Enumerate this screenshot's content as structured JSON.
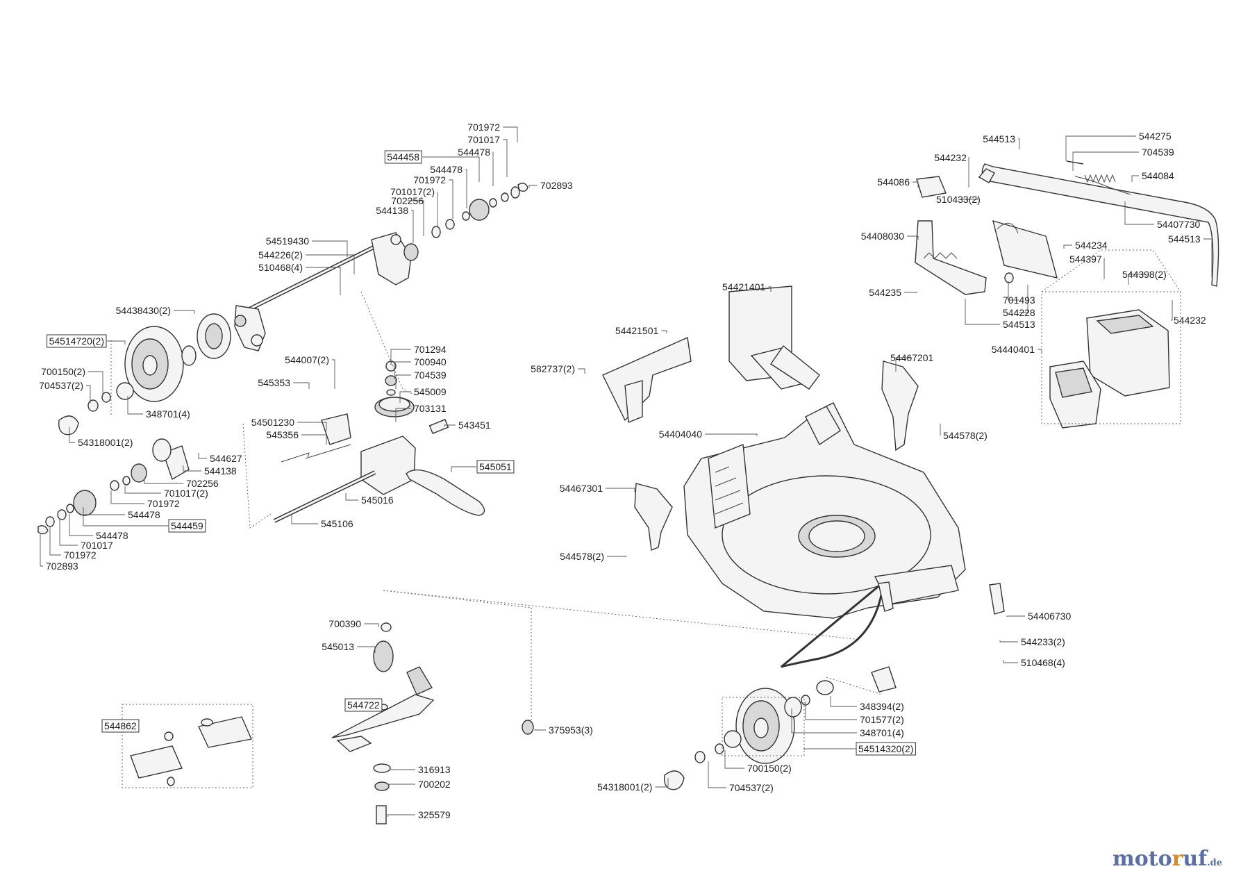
{
  "diagram": {
    "labels": [
      {
        "id": "701972a",
        "text": "701972"
      },
      {
        "id": "701017a",
        "text": "701017"
      },
      {
        "id": "544478a",
        "text": "544478"
      },
      {
        "id": "544458",
        "text": "544458",
        "boxed": true
      },
      {
        "id": "544478b",
        "text": "544478"
      },
      {
        "id": "701972b",
        "text": "701972"
      },
      {
        "id": "701017_2a",
        "text": "701017(2)"
      },
      {
        "id": "702256a",
        "text": "702256"
      },
      {
        "id": "544138a",
        "text": "544138"
      },
      {
        "id": "702893a",
        "text": "702893"
      },
      {
        "id": "54519430",
        "text": "54519430"
      },
      {
        "id": "544226_2",
        "text": "544226(2)"
      },
      {
        "id": "510468_4a",
        "text": "510468(4)"
      },
      {
        "id": "54438430_2",
        "text": "54438430(2)"
      },
      {
        "id": "54514720_2",
        "text": "54514720(2)",
        "boxed": true
      },
      {
        "id": "700150_2a",
        "text": "700150(2)"
      },
      {
        "id": "704537_2a",
        "text": "704537(2)"
      },
      {
        "id": "348701_4a",
        "text": "348701(4)"
      },
      {
        "id": "54318001_2a",
        "text": "54318001(2)"
      },
      {
        "id": "544007_2",
        "text": "544007(2)"
      },
      {
        "id": "545353",
        "text": "545353"
      },
      {
        "id": "701294",
        "text": "701294"
      },
      {
        "id": "700940",
        "text": "700940"
      },
      {
        "id": "704539a",
        "text": "704539"
      },
      {
        "id": "545009",
        "text": "545009"
      },
      {
        "id": "703131",
        "text": "703131"
      },
      {
        "id": "543451",
        "text": "543451"
      },
      {
        "id": "54501230",
        "text": "54501230"
      },
      {
        "id": "545356",
        "text": "545356"
      },
      {
        "id": "544627",
        "text": "544627"
      },
      {
        "id": "544138b",
        "text": "544138"
      },
      {
        "id": "702256b",
        "text": "702256"
      },
      {
        "id": "701017_2b",
        "text": "701017(2)"
      },
      {
        "id": "701972c",
        "text": "701972"
      },
      {
        "id": "544478c",
        "text": "544478"
      },
      {
        "id": "544459",
        "text": "544459",
        "boxed": true
      },
      {
        "id": "544478d",
        "text": "544478"
      },
      {
        "id": "701017b",
        "text": "701017"
      },
      {
        "id": "701972d",
        "text": "701972"
      },
      {
        "id": "702893b",
        "text": "702893"
      },
      {
        "id": "545051",
        "text": "545051",
        "boxed": true
      },
      {
        "id": "545016",
        "text": "545016"
      },
      {
        "id": "545106",
        "text": "545106"
      },
      {
        "id": "544513a",
        "text": "544513"
      },
      {
        "id": "544275",
        "text": "544275"
      },
      {
        "id": "704539b",
        "text": "704539"
      },
      {
        "id": "544232a",
        "text": "544232"
      },
      {
        "id": "544084",
        "text": "544084"
      },
      {
        "id": "544086",
        "text": "544086"
      },
      {
        "id": "510433_2",
        "text": "510433(2)"
      },
      {
        "id": "54407730",
        "text": "54407730"
      },
      {
        "id": "54408030",
        "text": "54408030"
      },
      {
        "id": "544513b",
        "text": "544513"
      },
      {
        "id": "544234",
        "text": "544234"
      },
      {
        "id": "544397",
        "text": "544397"
      },
      {
        "id": "544398_2",
        "text": "544398(2)"
      },
      {
        "id": "544235",
        "text": "544235"
      },
      {
        "id": "701493",
        "text": "701493"
      },
      {
        "id": "544228",
        "text": "544228"
      },
      {
        "id": "544513c",
        "text": "544513"
      },
      {
        "id": "544232b",
        "text": "544232"
      },
      {
        "id": "54440401",
        "text": "54440401"
      },
      {
        "id": "54421401",
        "text": "54421401"
      },
      {
        "id": "54421501",
        "text": "54421501"
      },
      {
        "id": "582737_2",
        "text": "582737(2)"
      },
      {
        "id": "54467201",
        "text": "54467201"
      },
      {
        "id": "544578_2a",
        "text": "544578(2)"
      },
      {
        "id": "54404040",
        "text": "54404040"
      },
      {
        "id": "54467301",
        "text": "54467301"
      },
      {
        "id": "544578_2b",
        "text": "544578(2)"
      },
      {
        "id": "54406730",
        "text": "54406730"
      },
      {
        "id": "544233_2",
        "text": "544233(2)"
      },
      {
        "id": "510468_4b",
        "text": "510468(4)"
      },
      {
        "id": "700390",
        "text": "700390"
      },
      {
        "id": "545013",
        "text": "545013"
      },
      {
        "id": "544722",
        "text": "544722",
        "boxed": true
      },
      {
        "id": "544862",
        "text": "544862",
        "boxed": true
      },
      {
        "id": "375953_3",
        "text": "375953(3)"
      },
      {
        "id": "316913",
        "text": "316913"
      },
      {
        "id": "700202",
        "text": "700202"
      },
      {
        "id": "325579",
        "text": "325579"
      },
      {
        "id": "348394_2",
        "text": "348394(2)"
      },
      {
        "id": "701577_2",
        "text": "701577(2)"
      },
      {
        "id": "348701_4b",
        "text": "348701(4)"
      },
      {
        "id": "54514320_2",
        "text": "54514320(2)",
        "boxed": true
      },
      {
        "id": "700150_2b",
        "text": "700150(2)"
      },
      {
        "id": "54318001_2b",
        "text": "54318001(2)"
      },
      {
        "id": "704537_2b",
        "text": "704537(2)"
      }
    ]
  },
  "brand": {
    "part1": "moto",
    "part2": "r",
    "part3": "uf",
    "part4": ".de"
  }
}
